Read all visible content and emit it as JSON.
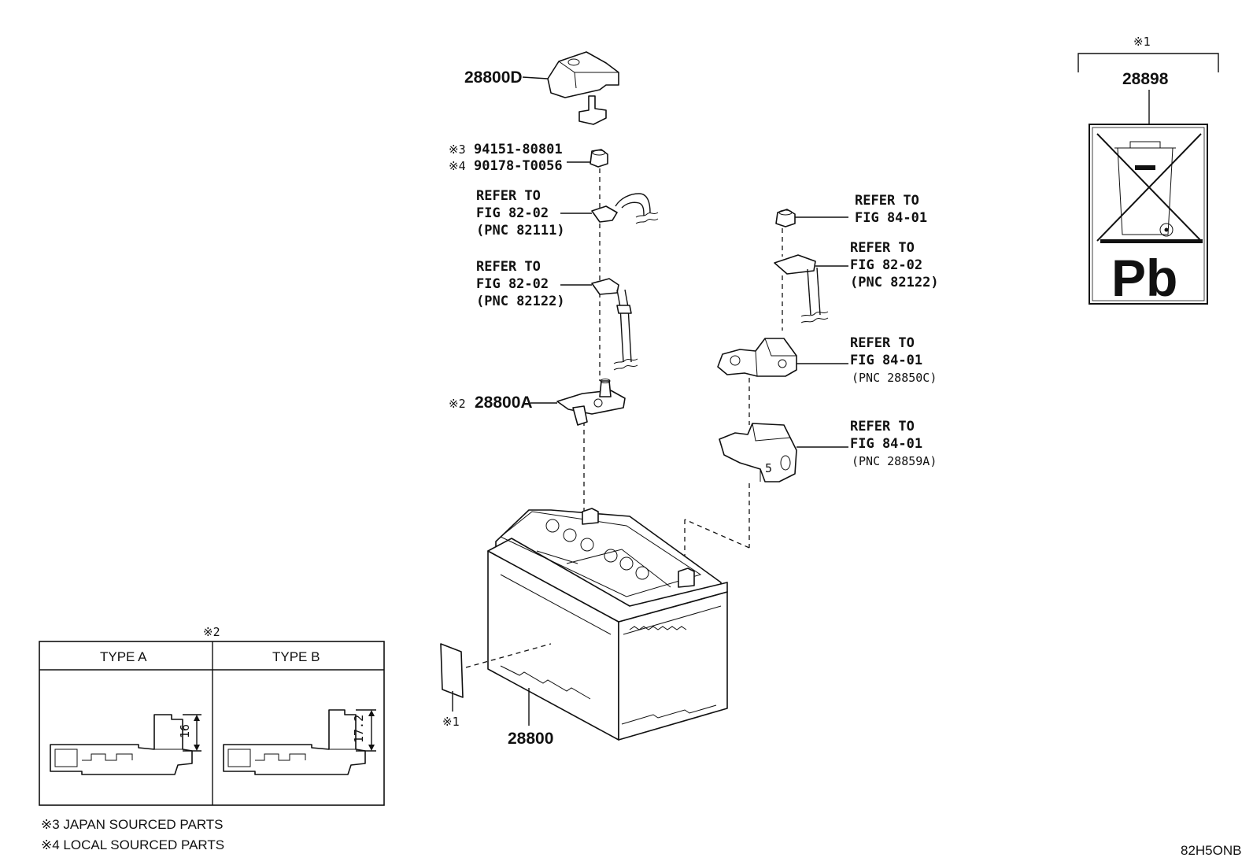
{
  "callouts": {
    "cover": "28800D",
    "nut_note3": "※3",
    "nut_part3": "94151-80801",
    "nut_note4": "※4",
    "nut_part4": "90178-T0056",
    "ref1": [
      "REFER TO",
      "FIG 82-02",
      "(PNC 82111)"
    ],
    "ref2": [
      "REFER TO",
      "FIG 82-02",
      "(PNC 82122)"
    ],
    "terminal_note": "※2",
    "terminal": "28800A",
    "battery": "28800",
    "label_note": "※1",
    "ref3": [
      "REFER TO",
      "FIG 84-01"
    ],
    "ref4": [
      "REFER TO",
      "FIG 82-02",
      "(PNC 82122)"
    ],
    "ref5": [
      "REFER TO",
      "FIG 84-01",
      "(PNC 28850C)"
    ],
    "ref6": [
      "REFER TO",
      "FIG 84-01",
      "(PNC 28859A)"
    ]
  },
  "recycle_label": {
    "note": "※1",
    "part": "28898",
    "symbol": "Pb"
  },
  "type_table": {
    "note": "※2",
    "type_a": "TYPE A",
    "type_b": "TYPE B",
    "dim_a": "16",
    "dim_b": "17.2"
  },
  "footnotes": {
    "note3": "※3 JAPAN SOURCED PARTS",
    "note4": "※4 LOCAL SOURCED PARTS"
  },
  "figure_code": "82H5ONB"
}
